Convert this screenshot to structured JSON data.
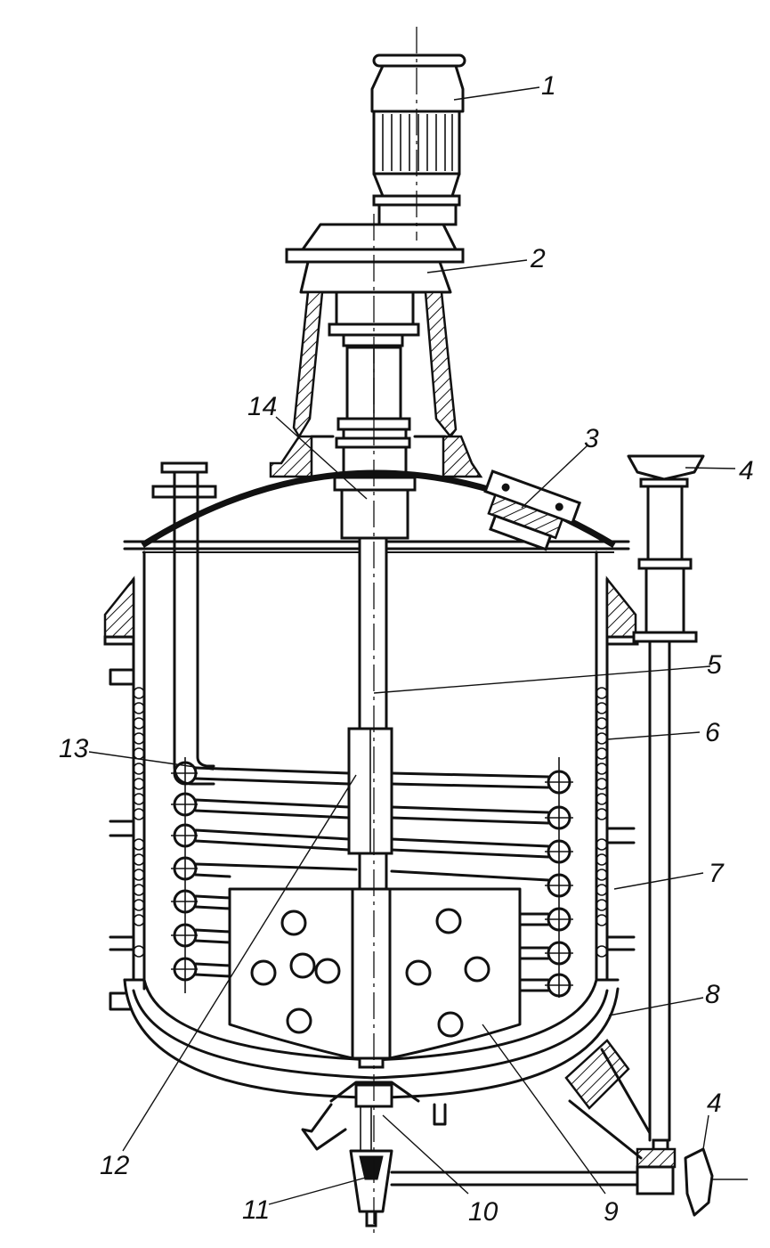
{
  "labels": {
    "l1": "1",
    "l2": "2",
    "l3": "3",
    "l4a": "4",
    "l4b": "4",
    "l5": "5",
    "l6": "6",
    "l7": "7",
    "l8": "8",
    "l9": "9",
    "l10": "10",
    "l11": "11",
    "l12": "12",
    "l13": "13",
    "l14": "14"
  }
}
